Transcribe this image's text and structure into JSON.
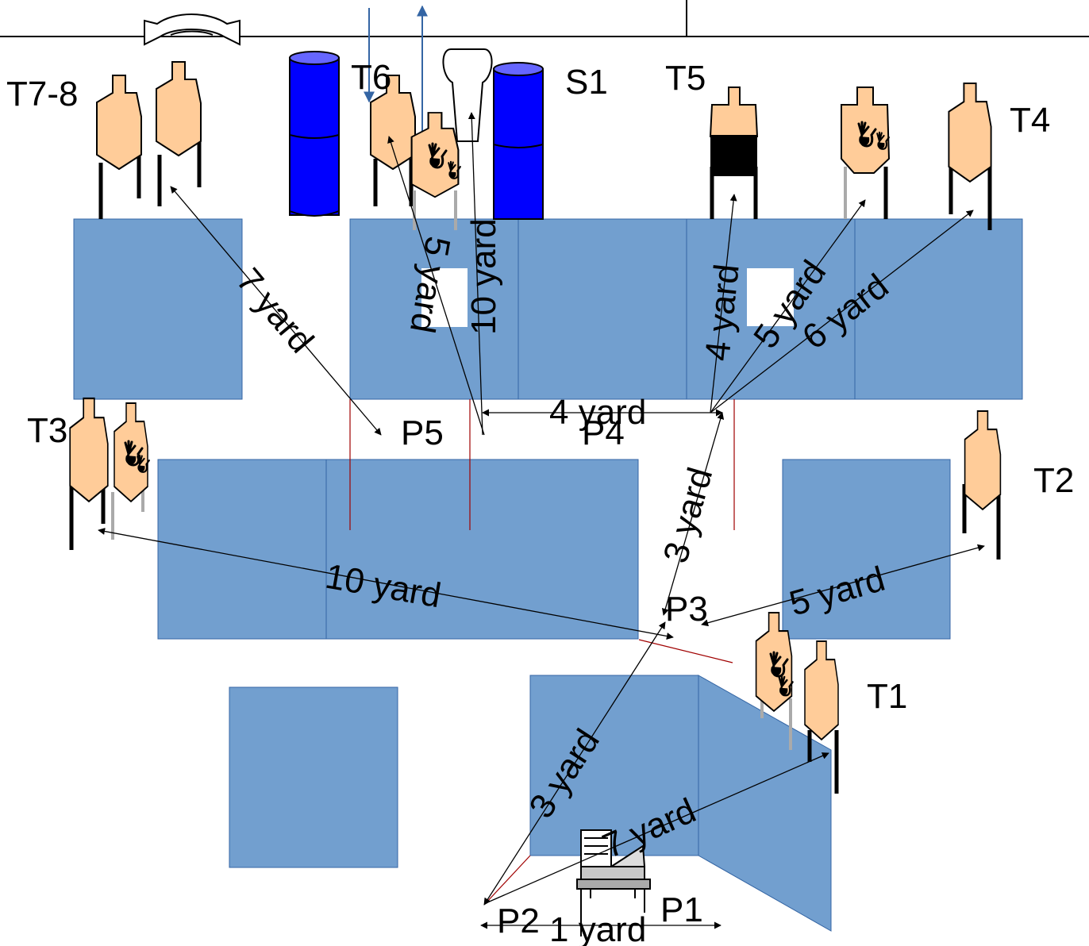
{
  "colors": {
    "wall": "#729fcf",
    "wall_stroke": "#3465a4",
    "target": "#ffcc99",
    "barrel": "#0000ff",
    "barrel_top": "#6666ff",
    "red_line": "#a00000",
    "blue_arrow": "#3465a4"
  },
  "targets": {
    "t1": "T1",
    "t2": "T2",
    "t3": "T3",
    "t4": "T4",
    "t5": "T5",
    "t6": "T6",
    "t78": "T7-8",
    "s1": "S1"
  },
  "positions": {
    "p1": "P1",
    "p2": "P2",
    "p3": "P3",
    "p4": "P4",
    "p5": "P5"
  },
  "distances": {
    "t78_p5": "7 yard",
    "t6_a": "5 yard",
    "s1": "10 yard",
    "t5_a": "4 yard",
    "t5_b": "5 yard",
    "t4": "6 yard",
    "p5_p4": "4 yard",
    "p4_p3": "3 yard",
    "t3_p3": "10 yard",
    "t2": "5 yard",
    "p2_p3": "3 yard",
    "t1": "7 yard",
    "p2_p1": "1 yard"
  },
  "icons": {
    "hand": "no-shoot-hand-icon",
    "swing": "swinging-arrow-icon",
    "chair": "chair-icon"
  }
}
